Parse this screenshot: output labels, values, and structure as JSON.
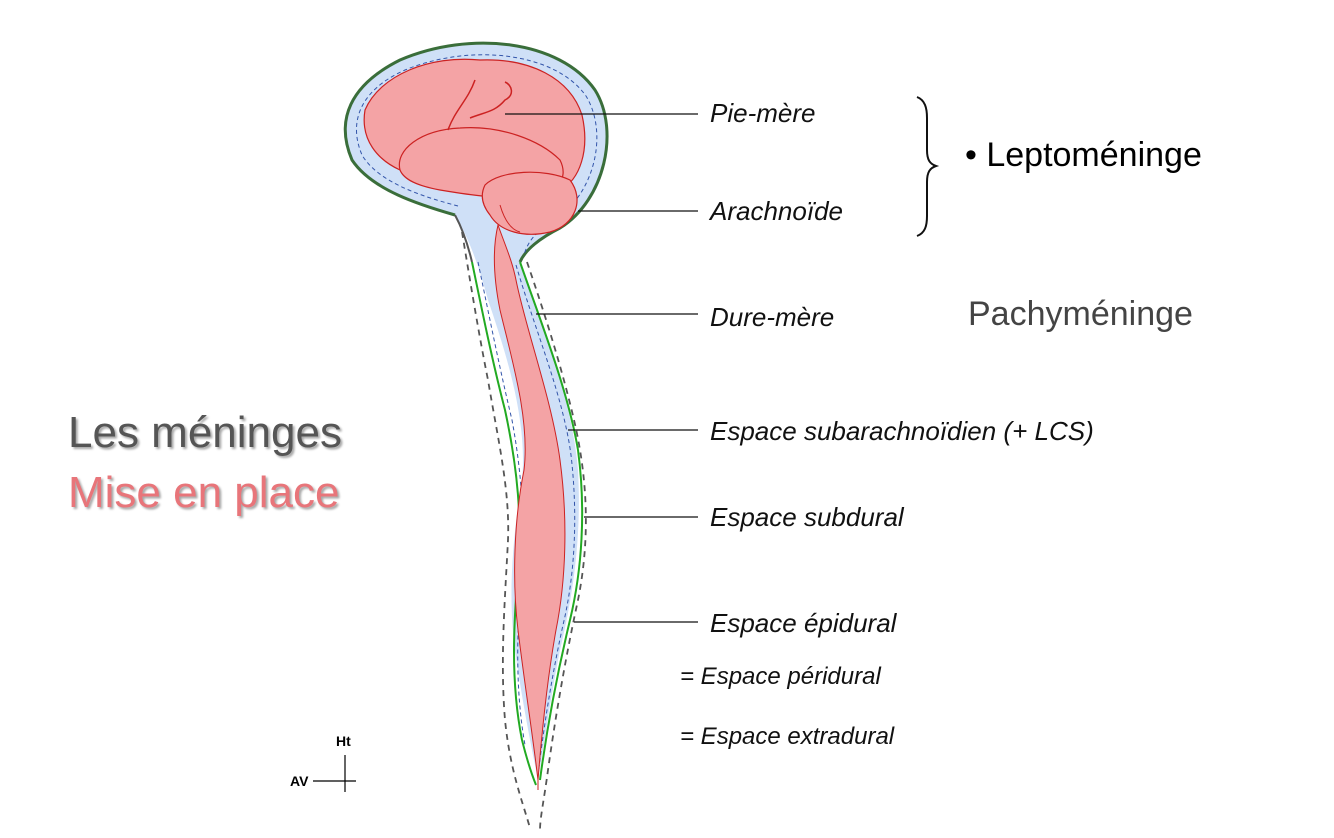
{
  "title": {
    "line1": "Les méninges",
    "line2": "Mise en place"
  },
  "labels": {
    "pie_mere": "Pie-mère",
    "arachnoide": "Arachnoïde",
    "dure_mere": "Dure-mère",
    "espace_subarachnoidien": "Espace subarachnoïdien (+ LCS)",
    "espace_subdural": "Espace subdural",
    "espace_epidural": "Espace épidural",
    "espace_peridural": "= Espace péridural",
    "espace_extradural": "= Espace extradural"
  },
  "groups": {
    "leptomeninge": "• Leptoméninge",
    "pachymeninge": "Pachyméninge"
  },
  "orientation": {
    "up": "Ht",
    "front": "AV"
  },
  "colors": {
    "title_line1": "#555555",
    "title_line2": "#e8757a",
    "pachymeninge": "#444444",
    "brain_fill": "#f4a3a5",
    "brain_stroke": "#cc2222",
    "csf_fill": "#cfe0f7",
    "dura_stroke": "#3a7a3a",
    "arachnoid_stroke": "#22aa22"
  }
}
